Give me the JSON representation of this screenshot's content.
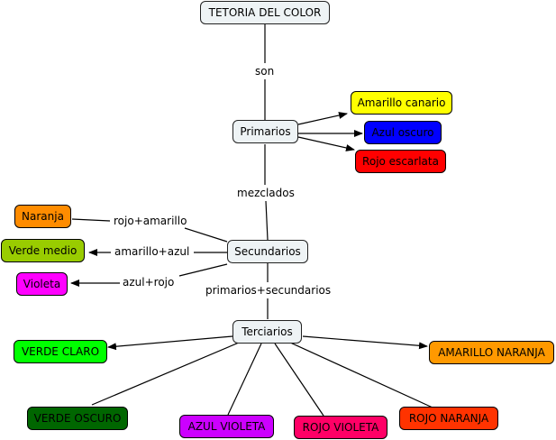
{
  "title": "TETORIA DEL COLOR",
  "nodes": {
    "root": {
      "label": "TETORIA DEL COLOR",
      "fill": "#eef3f5"
    },
    "primarios": {
      "label": "Primarios",
      "fill": "#eef3f5"
    },
    "amarillo_canario": {
      "label": "Amarillo canario",
      "fill": "#ffff00"
    },
    "azul_oscuro": {
      "label": "Azul oscuro",
      "fill": "#0000ff"
    },
    "rojo_escarlata": {
      "label": "Rojo escarlata",
      "fill": "#ff0000"
    },
    "secundarios": {
      "label": "Secundarios",
      "fill": "#eef3f5"
    },
    "naranja": {
      "label": "Naranja",
      "fill": "#ff8c00"
    },
    "verde_medio": {
      "label": "Verde medio",
      "fill": "#99cc00"
    },
    "violeta": {
      "label": "Violeta",
      "fill": "#ff00ff"
    },
    "terciarios": {
      "label": "Terciarios",
      "fill": "#eef3f5"
    },
    "verde_claro": {
      "label": "VERDE CLARO",
      "fill": "#00ff00"
    },
    "amarillo_naranja": {
      "label": "AMARILLO NARANJA",
      "fill": "#ff9900"
    },
    "verde_oscuro": {
      "label": "VERDE OSCURO",
      "fill": "#006600"
    },
    "azul_violeta": {
      "label": "AZUL VIOLETA",
      "fill": "#cc00ff"
    },
    "rojo_violeta": {
      "label": "ROJO VIOLETA",
      "fill": "#ff0066"
    },
    "rojo_naranja": {
      "label": "ROJO NARANJA",
      "fill": "#ff3300"
    }
  },
  "links": {
    "son": "son",
    "mezclados": "mezclados",
    "rojo_amarillo": "rojo+amarillo",
    "amarillo_azul": "amarillo+azul",
    "azul_rojo": "azul+rojo",
    "primarios_secundarios": "primarios+secundarios"
  }
}
